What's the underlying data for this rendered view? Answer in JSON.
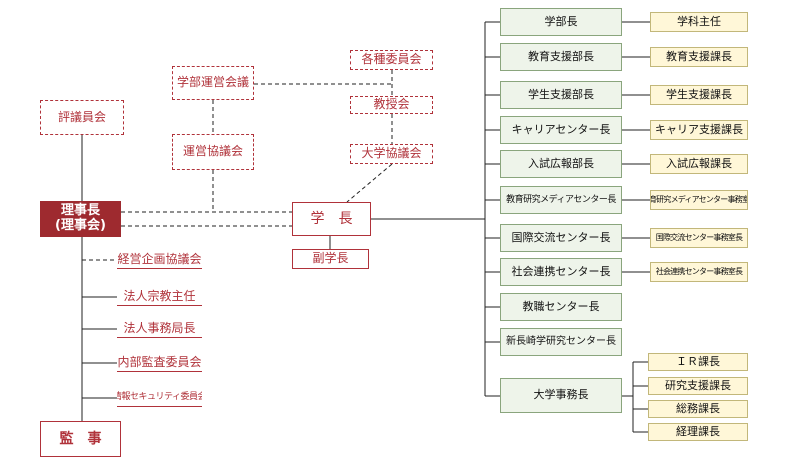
{
  "council": {
    "hyogiinkai": "評議員会",
    "rijicho": "理事長\n(理事会)",
    "kansa": "監　事",
    "keiei": "経営企画協議会",
    "shukyo": "法人宗教主任",
    "jimukyoku": "法人事務局長",
    "naibu": "内部監査委員会",
    "joho": "情報セキュリティ委員会"
  },
  "academic": {
    "gakubu_unei": "学部運営会議",
    "unei_kyogi": "運営協議会",
    "kakushu": "各種委員会",
    "kyojukai": "教授会",
    "daigaku_kyogi": "大学協議会",
    "gakucho": "学　長",
    "fuku": "副学長"
  },
  "departments": [
    {
      "head": "学部長",
      "sub": "学科主任"
    },
    {
      "head": "教育支援部長",
      "sub": "教育支援課長"
    },
    {
      "head": "学生支援部長",
      "sub": "学生支援課長"
    },
    {
      "head": "キャリアセンター長",
      "sub": "キャリア支援課長"
    },
    {
      "head": "入試広報部長",
      "sub": "入試広報課長"
    },
    {
      "head": "教育研究メディアセンター長",
      "sub": "教育研究メディアセンター事務室長"
    },
    {
      "head": "国際交流センター長",
      "sub": "国際交流センター事務室長"
    },
    {
      "head": "社会連携センター長",
      "sub": "社会連携センター事務室長"
    },
    {
      "head": "教職センター長",
      "sub": ""
    },
    {
      "head": "新長崎学研究センター長",
      "sub": ""
    },
    {
      "head": "大学事務長",
      "sub": ""
    }
  ],
  "admin_sections": [
    "ＩＲ課長",
    "研究支援課長",
    "総務課長",
    "経理課長"
  ],
  "colors": {
    "accent": "#b0323a",
    "accent_fill": "#9e2a2f",
    "green_bg": "#eef4ea",
    "yellow_bg": "#fff7d8"
  }
}
